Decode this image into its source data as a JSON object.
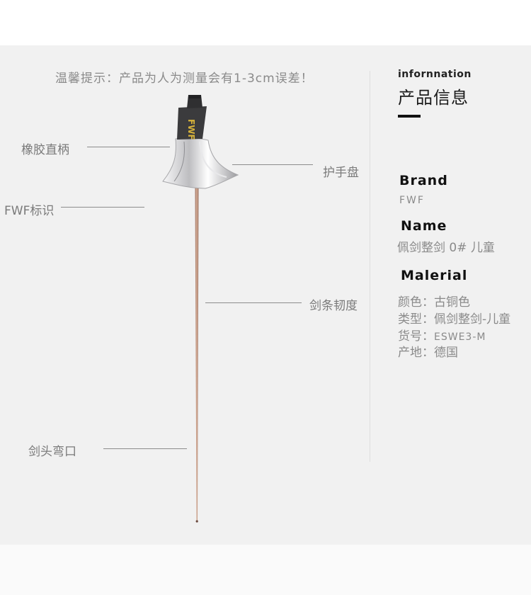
{
  "tip": "温馨提示：产品为人为测量会有1-3cm误差！",
  "callouts": {
    "grip": "橡胶直柄",
    "guard": "护手盘",
    "logo": "FWF标识",
    "blade": "剑条韧度",
    "tip_bend": "剑头弯口"
  },
  "sword": {
    "handle_logo": "FWF",
    "colors": {
      "handle": "#3b3b3d",
      "logo": "#d6b23a",
      "guard": "#d9d9db",
      "blade": "#b48a74"
    }
  },
  "info": {
    "title_en": "infornnation",
    "title_cn": "产品信息",
    "brand": {
      "heading": "Brand",
      "value": "FWF"
    },
    "name": {
      "heading": "Name",
      "value": "佩剑整剑 0# 儿童"
    },
    "material": {
      "heading": "Malerial",
      "specs": [
        {
          "key": "颜色：",
          "value": "古铜色"
        },
        {
          "key": "类型：",
          "value": "佩剑整剑-儿童"
        },
        {
          "key": "货号：",
          "value": "ESWE3-M"
        },
        {
          "key": "产地：",
          "value": "德国"
        }
      ]
    }
  }
}
